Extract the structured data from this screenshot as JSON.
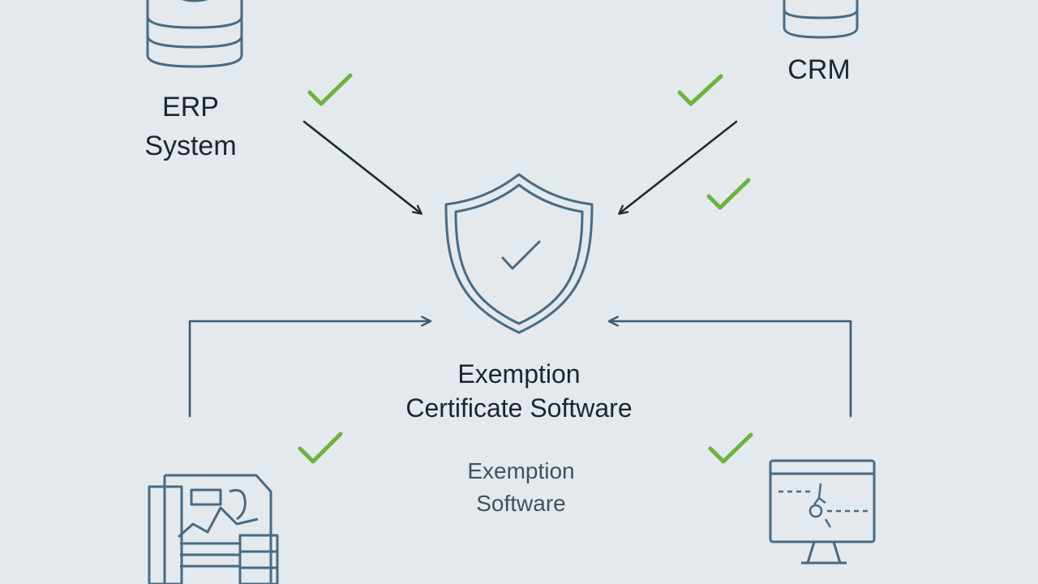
{
  "nodes": {
    "erp": {
      "line1": "ERP",
      "line2": "System",
      "icon": "database-icon"
    },
    "crm": {
      "label": "CRM",
      "icon": "database-icon"
    },
    "center": {
      "line1": "Exemption",
      "line2": "Certificate Software",
      "icon": "shield-check-icon"
    },
    "subtitle": {
      "line1": "Exemption",
      "line2": "Software"
    },
    "documents": {
      "icon": "document-report-icon"
    },
    "monitor": {
      "icon": "monitor-icon"
    }
  },
  "colors": {
    "background": "#e3e9ec",
    "stroke": "#4a6a82",
    "arrow_dark": "#1f2a33",
    "check_green": "#6cb33f",
    "text": "#1d2530"
  }
}
